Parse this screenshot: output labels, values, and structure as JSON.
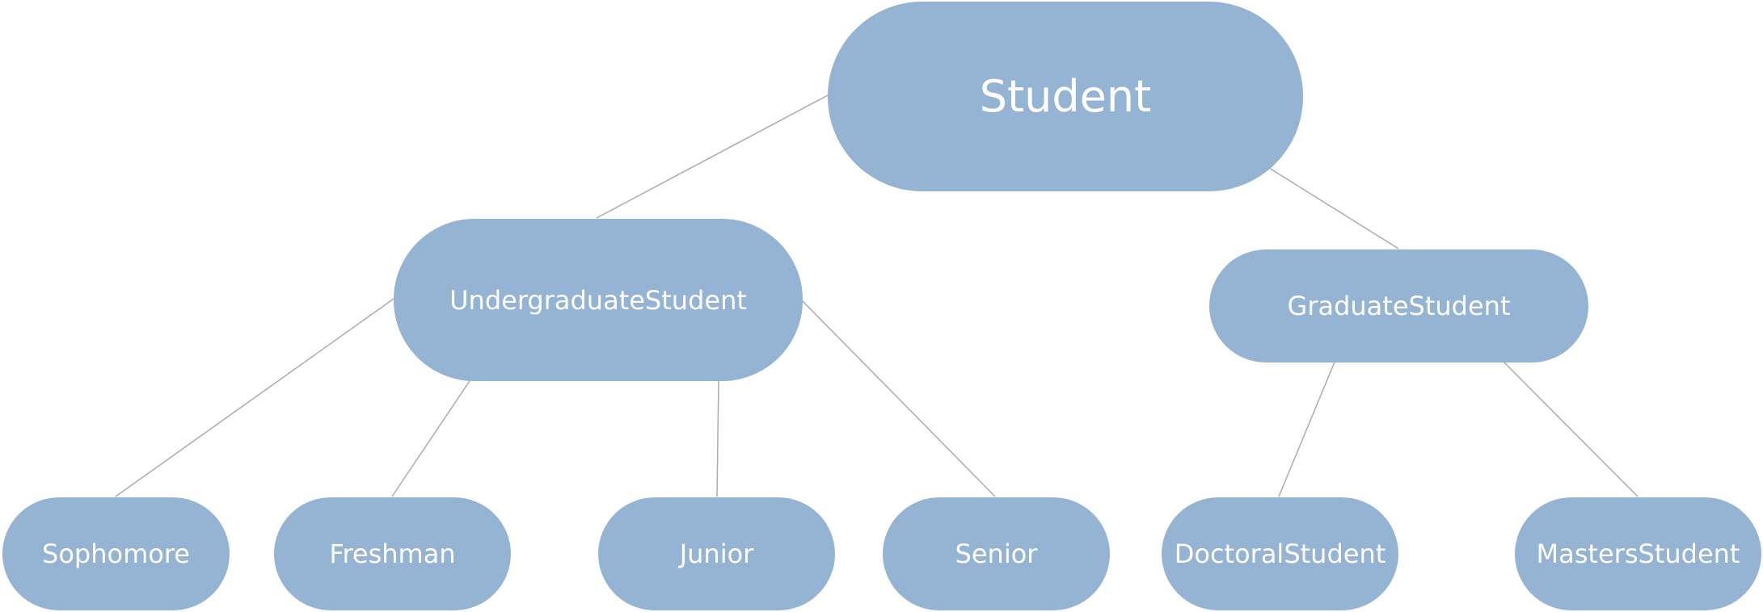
{
  "diagram": {
    "nodes": {
      "student": "Student",
      "undergraduate": "UndergraduateStudent",
      "graduate": "GraduateStudent",
      "sophomore": "Sophomore",
      "freshman": "Freshman",
      "junior": "Junior",
      "senior": "Senior",
      "doctoral": "DoctoralStudent",
      "masters": "MastersStudent"
    },
    "colors": {
      "node_fill": "#95b3d3",
      "node_text": "#ffffff",
      "connector": "#a6acb6"
    }
  }
}
